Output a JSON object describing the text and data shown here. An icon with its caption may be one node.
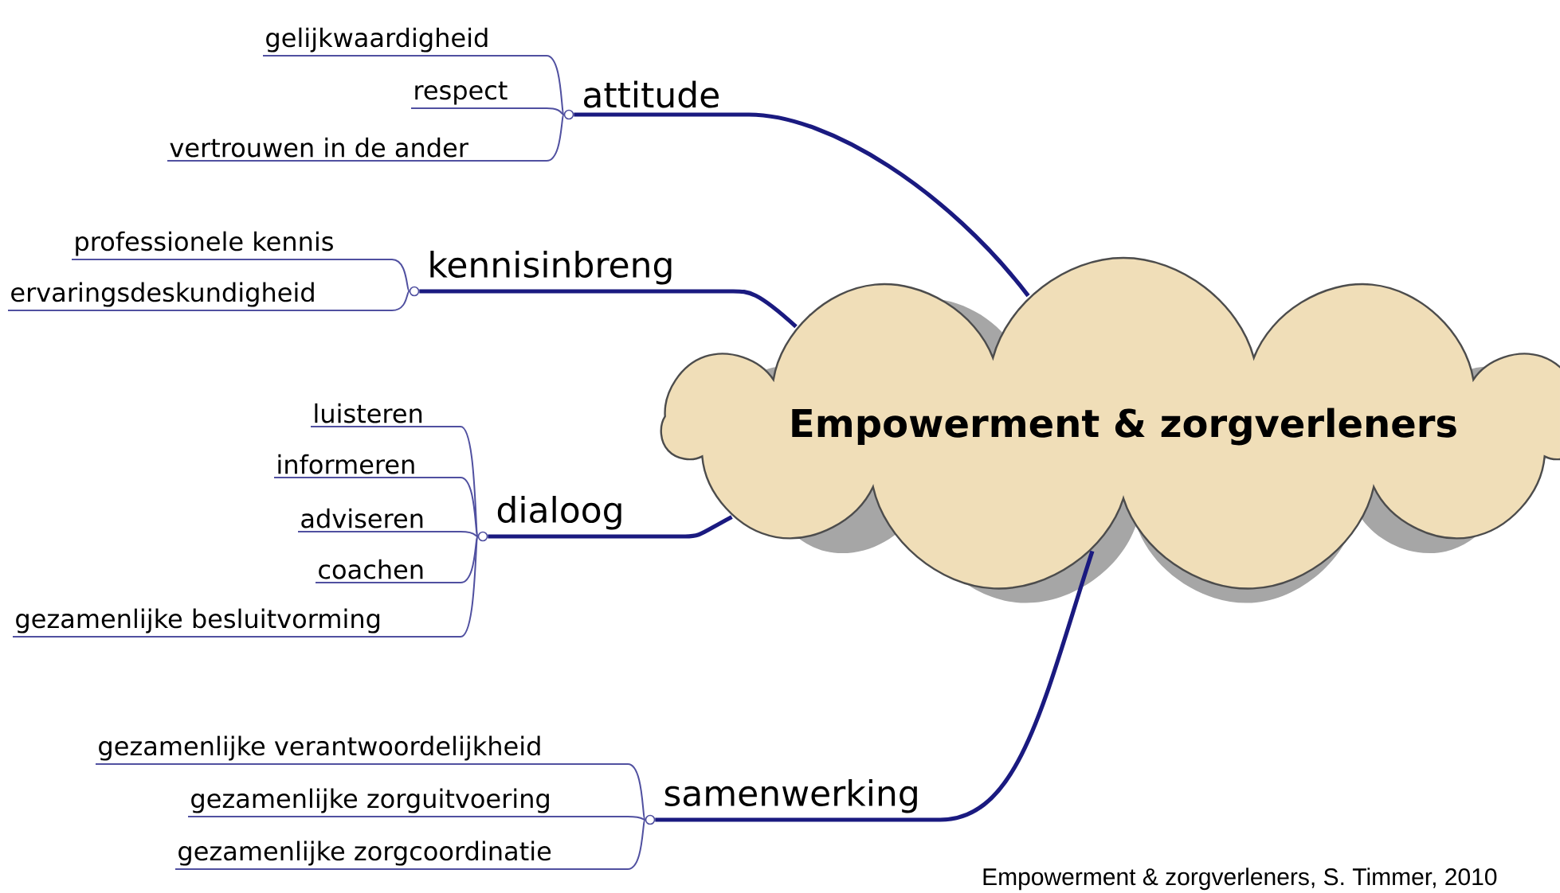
{
  "diagram": {
    "caption": "Empowerment & zorgverleners, S. Timmer, 2010",
    "nodes": [
      {
        "text": [
          "Empowerment & zorgverleners"
        ]
      },
      {
        "text": [],
        "shape": "circle"
      },
      {
        "text": [
          "gelijkwaardigheid"
        ]
      },
      {
        "text": [
          "respect"
        ]
      },
      {
        "text": [
          "vertrouwen in de ander"
        ]
      },
      {
        "text": [],
        "shape": "circle"
      },
      {
        "text": [
          "professionele kennis"
        ]
      },
      {
        "text": [
          "ervaringsdeskundigheid"
        ]
      },
      {
        "text": [],
        "shape": "circle"
      },
      {
        "text": [
          "luisteren"
        ]
      },
      {
        "text": [
          "informeren"
        ]
      },
      {
        "text": [
          "adviseren"
        ]
      },
      {
        "text": [
          "coachen"
        ]
      },
      {
        "text": [
          "gezamenlijke besluitvorming"
        ]
      },
      {
        "text": [],
        "shape": "circle"
      },
      {
        "text": [
          "gezamenlijke verantwoordelijkheid"
        ]
      },
      {
        "text": [
          "gezamenlijke zorguitvoering"
        ]
      },
      {
        "text": [
          "gezamenlijke zorgcoordinatie"
        ]
      }
    ],
    "edges": [
      {
        "from": 0,
        "to": 1,
        "arrow": "none",
        "label": "attitude",
        "style": "thick",
        "color": "#1a1a80"
      },
      {
        "from": 2,
        "to": 1,
        "arrow": "none"
      },
      {
        "from": 3,
        "to": 1,
        "arrow": "none"
      },
      {
        "from": 4,
        "to": 1,
        "arrow": "none"
      },
      {
        "from": 0,
        "to": 5,
        "arrow": "none",
        "label": "kennisinbreng",
        "style": "thick",
        "color": "#1a1a80"
      },
      {
        "from": 6,
        "to": 5,
        "arrow": "none"
      },
      {
        "from": 7,
        "to": 5,
        "arrow": "none"
      },
      {
        "from": 0,
        "to": 8,
        "arrow": "none",
        "label": "dialoog",
        "style": "thick",
        "color": "#1a1a80"
      },
      {
        "from": 9,
        "to": 8,
        "arrow": "none"
      },
      {
        "from": 10,
        "to": 8,
        "arrow": "none"
      },
      {
        "from": 11,
        "to": 8,
        "arrow": "none"
      },
      {
        "from": 12,
        "to": 8,
        "arrow": "none"
      },
      {
        "from": 13,
        "to": 8,
        "arrow": "none"
      },
      {
        "from": 0,
        "to": 14,
        "arrow": "none",
        "label": "samenwerking",
        "style": "thick",
        "color": "#1a1a80"
      },
      {
        "from": 15,
        "to": 14,
        "arrow": "none"
      },
      {
        "from": 16,
        "to": 14,
        "arrow": "none"
      },
      {
        "from": 17,
        "to": 14,
        "arrow": "none"
      }
    ]
  }
}
